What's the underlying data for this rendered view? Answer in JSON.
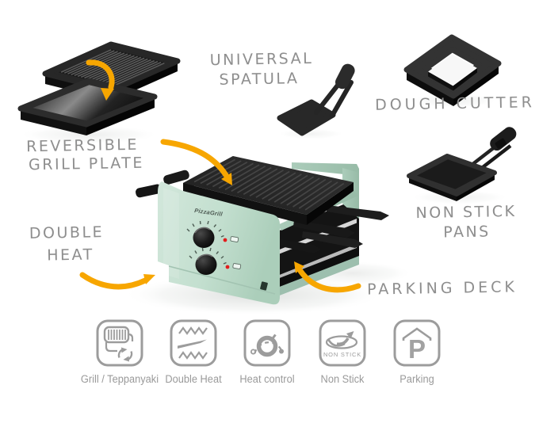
{
  "hero": {
    "brand": "PizzaGrill"
  },
  "callouts": {
    "reversible_grill_plate": [
      "REVERSIBLE",
      "GRILL PLATE"
    ],
    "universal_spatula": [
      "UNIVERSAL",
      "SPATULA"
    ],
    "dough_cutter": [
      "DOUGH CUTTER"
    ],
    "non_stick_pans": [
      "NON STICK",
      "PANS"
    ],
    "double_heat": [
      "DOUBLE",
      "HEAT"
    ],
    "parking_deck": [
      "PARKING DECK"
    ]
  },
  "features": [
    {
      "id": "grill-teppanyaki",
      "icon": "grill-flip-icon",
      "label": "Grill / Teppanyaki"
    },
    {
      "id": "double-heat",
      "icon": "double-heat-icon",
      "label": "Double Heat"
    },
    {
      "id": "heat-control",
      "icon": "heat-control-icon",
      "label": "Heat control"
    },
    {
      "id": "non-stick",
      "icon": "non-stick-icon",
      "label": "Non Stick",
      "icon_text": "NON STICK"
    },
    {
      "id": "parking",
      "icon": "parking-icon",
      "label": "Parking",
      "icon_text": "P"
    }
  ],
  "colors": {
    "accent": "#F7A600",
    "body_mint": "#BFDCCB",
    "label_gray": "#8E8E8E",
    "icon_gray": "#9C9C9C"
  }
}
